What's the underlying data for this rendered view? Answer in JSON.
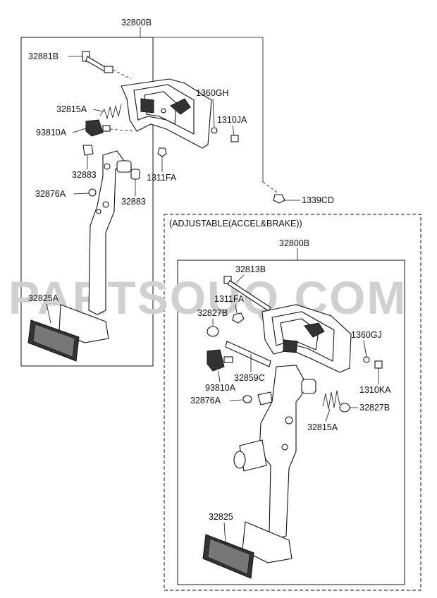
{
  "watermark": "PARTSOUQ.COM",
  "main_group": {
    "title": "32800B",
    "labels": {
      "p32881B": "32881B",
      "p1360GH": "1360GH",
      "p32815A": "32815A",
      "p1310JA": "1310JA",
      "p93810A": "93810A",
      "p32883_a": "32883",
      "p1311FA": "1311FA",
      "p32876A": "32876A",
      "p32883_b": "32883",
      "p1339CD": "1339CD",
      "p32825A": "32825A"
    }
  },
  "adjustable_group": {
    "caption": "(ADJUSTABLE(ACCEL&BRAKE))",
    "title": "32800B",
    "labels": {
      "p32813B": "32813B",
      "p1311FA": "1311FA",
      "p32827B_a": "32827B",
      "p1360GJ": "1360GJ",
      "p32859C": "32859C",
      "p1310KA": "1310KA",
      "p93810A": "93810A",
      "p32876A": "32876A",
      "p32827B_b": "32827B",
      "p32815A": "32815A",
      "p32825": "32825"
    }
  }
}
